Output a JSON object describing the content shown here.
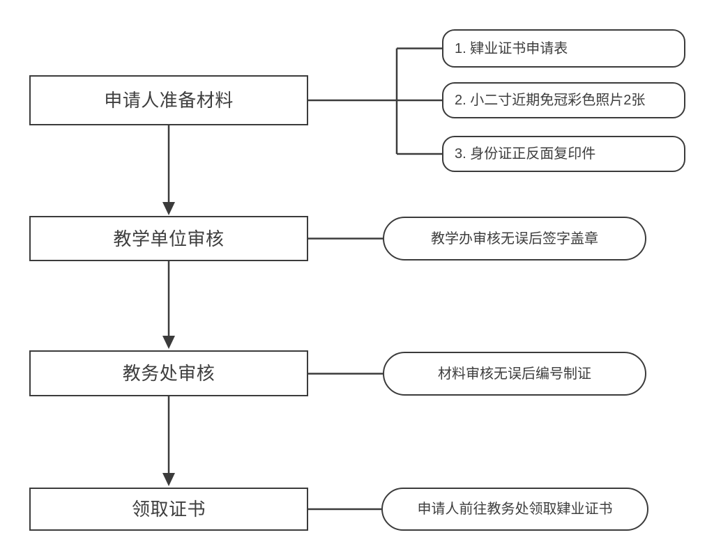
{
  "colors": {
    "stroke": "#3b3b3b",
    "text": "#3e3e3e",
    "background": "#ffffff"
  },
  "flowchart": {
    "steps": [
      {
        "label": "申请人准备材料",
        "annotations": [
          "1. 肄业证书申请表",
          "2. 小二寸近期免冠彩色照片2张",
          "3. 身份证正反面复印件"
        ]
      },
      {
        "label": "教学单位审核",
        "annotations": [
          "教学办审核无误后签字盖章"
        ]
      },
      {
        "label": "教务处审核",
        "annotations": [
          "材料审核无误后编号制证"
        ]
      },
      {
        "label": "领取证书",
        "annotations": [
          "申请人前往教务处领取肄业证书"
        ]
      }
    ]
  }
}
